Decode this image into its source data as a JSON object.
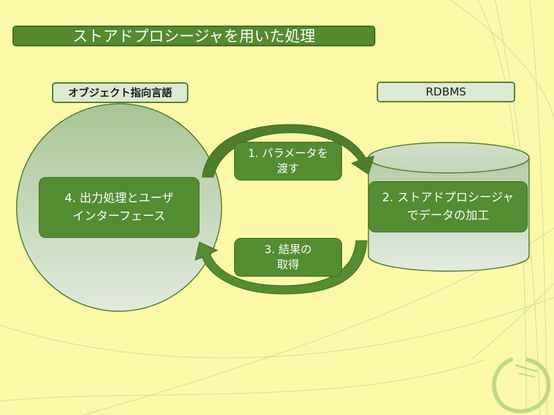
{
  "slide": {
    "title": "ストアドプロシージャを用いた処理"
  },
  "labels": {
    "left": "オブジェクト指向言語",
    "right": "RDBMS"
  },
  "steps": [
    {
      "line1": "1. パラメータを",
      "line2": "渡す"
    },
    {
      "line1": "2. ストアドプロシージャ",
      "line2": "でデータの加工"
    },
    {
      "line1": "3. 結果の",
      "line2": "取得"
    },
    {
      "line1": "4. 出力処理とユーザ",
      "line2": "インターフェース"
    }
  ],
  "colors": {
    "background": "#fbf9a8",
    "accent_green": "#558a2f",
    "label_fill": "#dde9d2",
    "decor_green": "#c3d88a"
  }
}
